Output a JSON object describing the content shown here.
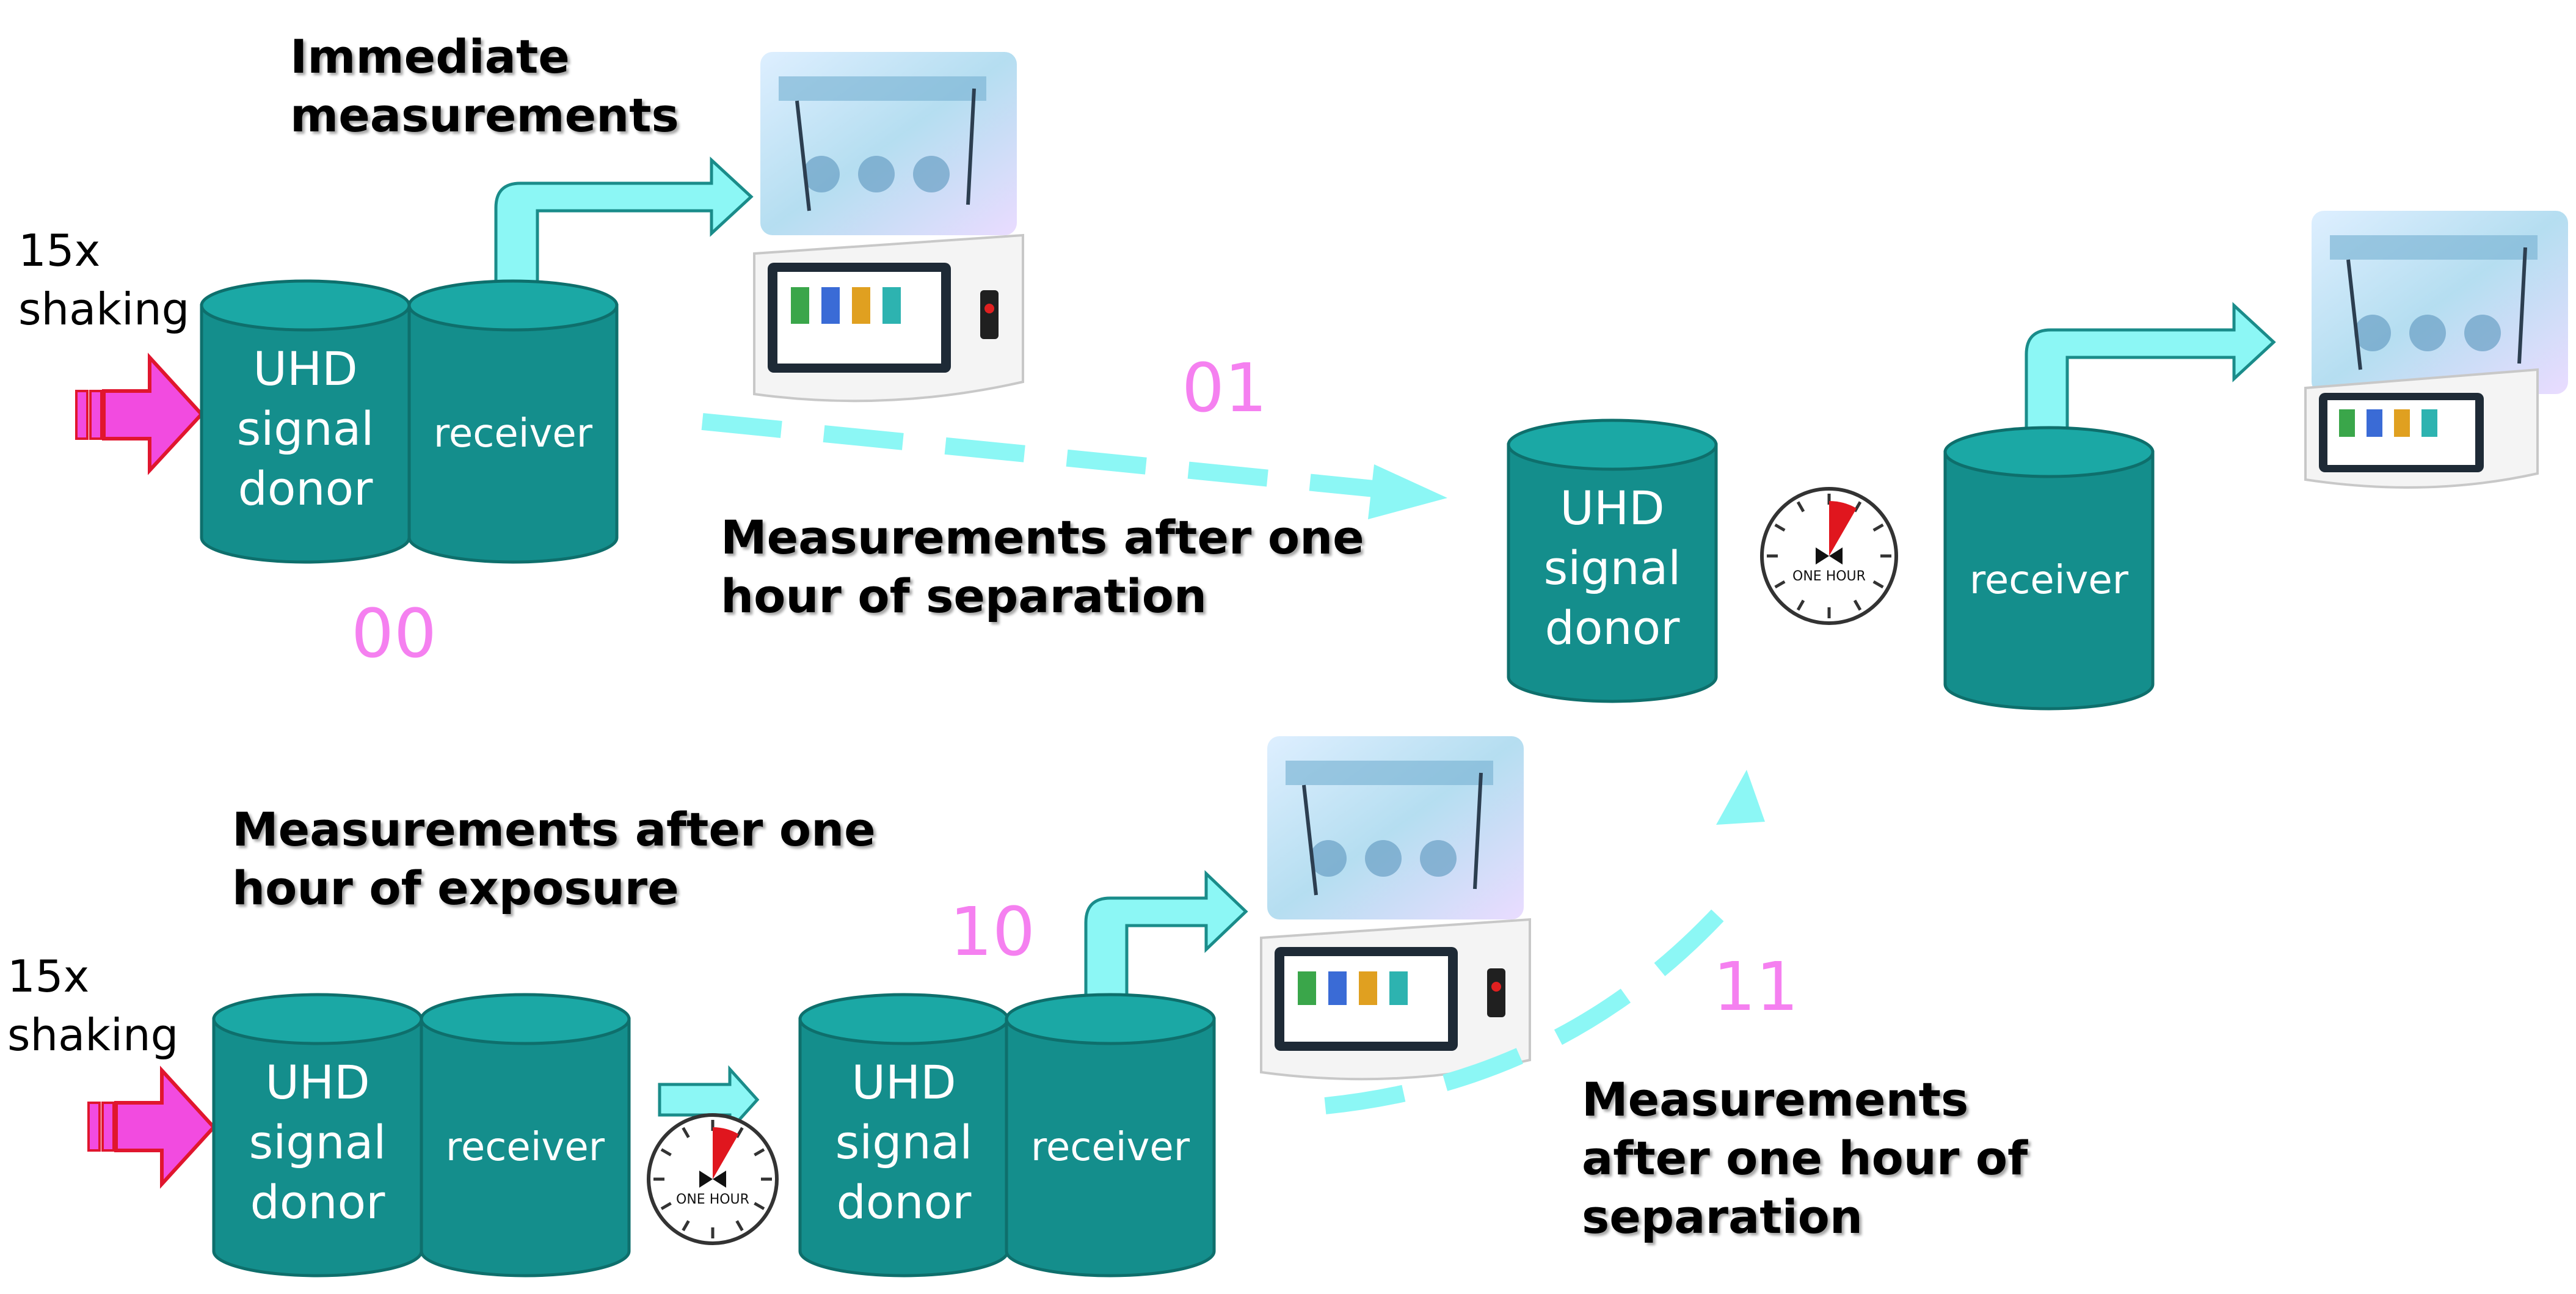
{
  "colors": {
    "cylinder_fill": "#148E8C",
    "cylinder_top": "#1BA8A5",
    "cylinder_stroke": "#0E6F6C",
    "arrow_fill": "#8CF7F5",
    "arrow_stroke": "#1A8C8A",
    "dashed_arrow": "#8CF7F5",
    "shake_arrow_fill": "#F24BE0",
    "shake_arrow_stroke": "#E0162E",
    "code_color": "#F580F0",
    "clock_hand": "#E0161E"
  },
  "headings": {
    "immediate": "Immediate\nmeasurements",
    "after_separation_top": "Measurements after one\nhour of separation",
    "after_exposure": "Measurements after one\nhour of exposure",
    "after_separation_bottom": "Measurements\nafter one hour of\nseparation"
  },
  "shaking": {
    "top": "15x\nshaking",
    "bottom": "15x\nshaking"
  },
  "codes": {
    "c00": "00",
    "c01": "01",
    "c10": "10",
    "c11": "11"
  },
  "cylinders": {
    "donor_label": "UHD\nsignal\ndonor",
    "receiver_label": "receiver"
  },
  "clock_label": "ONE HOUR",
  "icons": {
    "instrument": "lab-instrument-photo-icon",
    "clock": "one-hour-clock-icon"
  }
}
